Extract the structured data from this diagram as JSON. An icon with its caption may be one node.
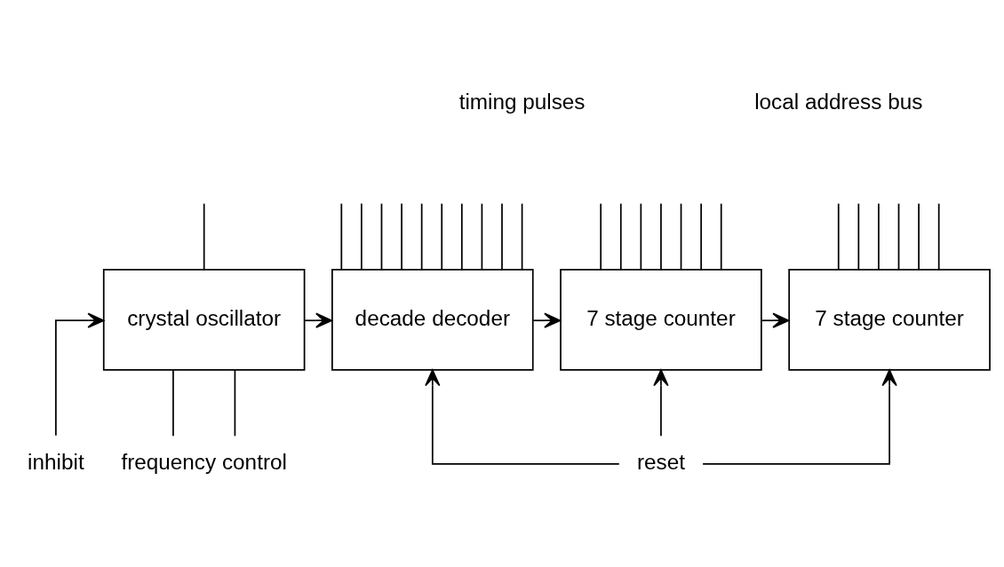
{
  "diagram": {
    "nodes": [
      {
        "text": [
          "crystal oscillator"
        ]
      },
      {
        "text": [
          "decade decoder"
        ]
      },
      {
        "text": [
          "7 stage counter"
        ]
      },
      {
        "text": [
          "7 stage counter"
        ]
      },
      {
        "text": [
          "frequency control"
        ]
      },
      {
        "text": [
          "inhibit"
        ]
      },
      {
        "text": [
          "reset"
        ]
      }
    ],
    "edges": [
      {
        "from": 0,
        "to": 1,
        "arrow": "to"
      },
      {
        "from": 0,
        "to": null,
        "arrow": "none"
      },
      {
        "from": 1,
        "to": 2,
        "arrow": "to"
      },
      {
        "from": 2,
        "to": 3,
        "arrow": "to"
      },
      {
        "from": 0,
        "to": 4,
        "arrow": "none"
      },
      {
        "from": 0,
        "to": 4,
        "arrow": "none"
      },
      {
        "from": 5,
        "to": 0,
        "arrow": "to"
      },
      {
        "from": 6,
        "to": 1,
        "arrow": "to"
      },
      {
        "from": 6,
        "to": 2,
        "arrow": "to"
      },
      {
        "from": 6,
        "to": 3,
        "arrow": "to"
      },
      {
        "from": 1,
        "to": null,
        "arrow": "none"
      },
      {
        "from": 1,
        "to": null,
        "arrow": "none"
      },
      {
        "from": 1,
        "to": null,
        "arrow": "none"
      },
      {
        "from": 1,
        "to": null,
        "arrow": "none"
      },
      {
        "from": 1,
        "to": null,
        "arrow": "none"
      },
      {
        "from": 1,
        "to": null,
        "arrow": "none"
      },
      {
        "from": 1,
        "to": null,
        "arrow": "none"
      },
      {
        "from": 1,
        "to": null,
        "arrow": "none"
      },
      {
        "from": 1,
        "to": null,
        "arrow": "none"
      },
      {
        "from": 1,
        "to": null,
        "arrow": "none"
      },
      {
        "from": 2,
        "to": null,
        "arrow": "none"
      },
      {
        "from": 2,
        "to": null,
        "arrow": "none"
      },
      {
        "from": 2,
        "to": null,
        "arrow": "none"
      },
      {
        "from": 2,
        "to": null,
        "arrow": "none"
      },
      {
        "from": 2,
        "to": null,
        "arrow": "none"
      },
      {
        "from": 2,
        "to": null,
        "arrow": "none"
      },
      {
        "from": 2,
        "to": null,
        "arrow": "none"
      },
      {
        "from": 3,
        "to": null,
        "arrow": "none"
      },
      {
        "from": 3,
        "to": null,
        "arrow": "none"
      },
      {
        "from": 3,
        "to": null,
        "arrow": "none"
      },
      {
        "from": 3,
        "to": null,
        "arrow": "none"
      },
      {
        "from": 3,
        "to": null,
        "arrow": "none"
      },
      {
        "from": 3,
        "to": null,
        "arrow": "none"
      }
    ],
    "labels": [
      "timing pulses",
      "local address bus"
    ]
  }
}
